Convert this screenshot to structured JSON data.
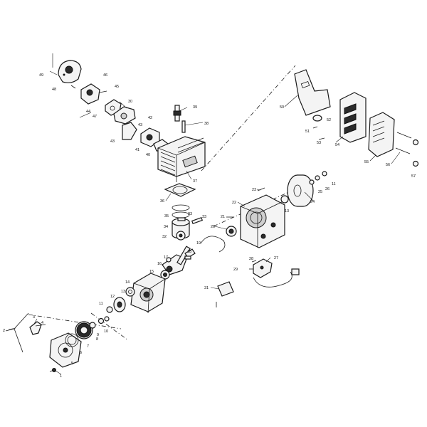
{
  "diagram": {
    "callouts": [
      {
        "id": "c1",
        "text": "1"
      },
      {
        "id": "c2",
        "text": "2"
      },
      {
        "id": "c3",
        "text": "3"
      },
      {
        "id": "c4",
        "text": "4"
      },
      {
        "id": "c5",
        "text": "5"
      },
      {
        "id": "c6",
        "text": "6"
      },
      {
        "id": "c7",
        "text": "7"
      },
      {
        "id": "c8",
        "text": "8"
      },
      {
        "id": "c9",
        "text": "9"
      },
      {
        "id": "c10",
        "text": "10"
      },
      {
        "id": "c11a",
        "text": "11"
      },
      {
        "id": "c11b",
        "text": "11"
      },
      {
        "id": "c12",
        "text": "12"
      },
      {
        "id": "c13a",
        "text": "13"
      },
      {
        "id": "c13b",
        "text": "13"
      },
      {
        "id": "c14",
        "text": "14"
      },
      {
        "id": "c15",
        "text": "15"
      },
      {
        "id": "c16",
        "text": "16"
      },
      {
        "id": "c17",
        "text": "17"
      },
      {
        "id": "c18",
        "text": "18"
      },
      {
        "id": "c19",
        "text": "19"
      },
      {
        "id": "c20",
        "text": "20"
      },
      {
        "id": "c21",
        "text": "21"
      },
      {
        "id": "c22",
        "text": "22"
      },
      {
        "id": "c23",
        "text": "23"
      },
      {
        "id": "c24",
        "text": "24"
      },
      {
        "id": "c25",
        "text": "25"
      },
      {
        "id": "c26",
        "text": "26"
      },
      {
        "id": "c27",
        "text": "27"
      },
      {
        "id": "c28",
        "text": "28"
      },
      {
        "id": "c29",
        "text": "29"
      },
      {
        "id": "c30",
        "text": "30"
      },
      {
        "id": "c31",
        "text": "31"
      },
      {
        "id": "c32",
        "text": "32"
      },
      {
        "id": "c33a",
        "text": "33"
      },
      {
        "id": "c33b",
        "text": "33"
      },
      {
        "id": "c34",
        "text": "34"
      },
      {
        "id": "c35",
        "text": "35"
      },
      {
        "id": "c36",
        "text": "36"
      },
      {
        "id": "c37",
        "text": "37"
      },
      {
        "id": "c38",
        "text": "38"
      },
      {
        "id": "c39",
        "text": "39"
      },
      {
        "id": "c40",
        "text": "40"
      },
      {
        "id": "c41",
        "text": "41"
      },
      {
        "id": "c42",
        "text": "42"
      },
      {
        "id": "c43a",
        "text": "43"
      },
      {
        "id": "c43b",
        "text": "43"
      },
      {
        "id": "c44",
        "text": "44"
      },
      {
        "id": "c45",
        "text": "45"
      },
      {
        "id": "c46",
        "text": "46"
      },
      {
        "id": "c47",
        "text": "47"
      },
      {
        "id": "c48",
        "text": "48"
      },
      {
        "id": "c49",
        "text": "49"
      },
      {
        "id": "c50",
        "text": "50"
      },
      {
        "id": "c51",
        "text": "51"
      },
      {
        "id": "c52",
        "text": "52"
      },
      {
        "id": "c53",
        "text": "53"
      },
      {
        "id": "c54",
        "text": "54"
      },
      {
        "id": "c55",
        "text": "55"
      },
      {
        "id": "c56",
        "text": "56"
      },
      {
        "id": "c57",
        "text": "57"
      }
    ]
  }
}
